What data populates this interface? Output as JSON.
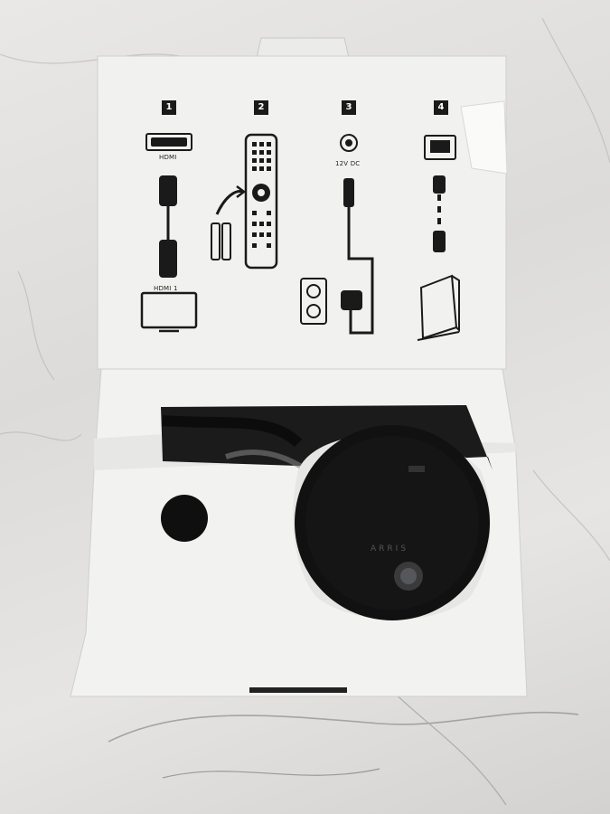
{
  "steps": {
    "step1": {
      "number": "1",
      "port_label": "HDMI",
      "tv_label": "HDMI 1"
    },
    "step2": {
      "number": "2"
    },
    "step3": {
      "number": "3",
      "power_label": "12V  DC"
    },
    "step4": {
      "number": "4"
    }
  },
  "device": {
    "brand": "ARRIS"
  },
  "colors": {
    "cardboard": "#f2f2f0",
    "device": "#111111",
    "marble": "#e3e2e0",
    "ink": "#1a1a1a"
  }
}
